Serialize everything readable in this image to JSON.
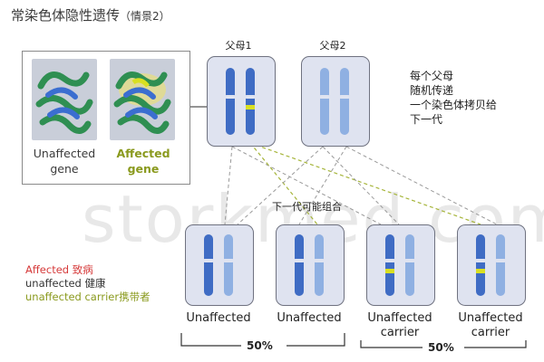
{
  "title": {
    "main": "常染色体隐性遗传",
    "sub": "（情景2）"
  },
  "inset": {
    "unaffected_gene": "Unaffected\ngene",
    "affected_gene": "Affected\ngene"
  },
  "parents": [
    {
      "label": "父母1"
    },
    {
      "label": "父母2"
    }
  ],
  "note": [
    "每个父母",
    "随机传递",
    "一个染色体拷贝给",
    "下一代"
  ],
  "combo_label": "下一代可能组合",
  "watermark": "storkmed.com",
  "legend": {
    "affected": "Affected 致病",
    "unaffected": "unaffected 健康",
    "carrier": "unaffected carrier携带者"
  },
  "children": [
    {
      "label": "Unaffected"
    },
    {
      "label": "Unaffected"
    },
    {
      "label": "Unaffected\ncarrier"
    },
    {
      "label": "Unaffected\ncarrier"
    }
  ],
  "percent": {
    "left": "50%",
    "right": "50%"
  },
  "colors": {
    "mutation": "#d9e021",
    "affected_text": "#d63b3b",
    "carrier_text": "#8a9a1e",
    "chromosome_dark": "#3f6cc4",
    "chromosome_light": "#8fb0e2"
  }
}
